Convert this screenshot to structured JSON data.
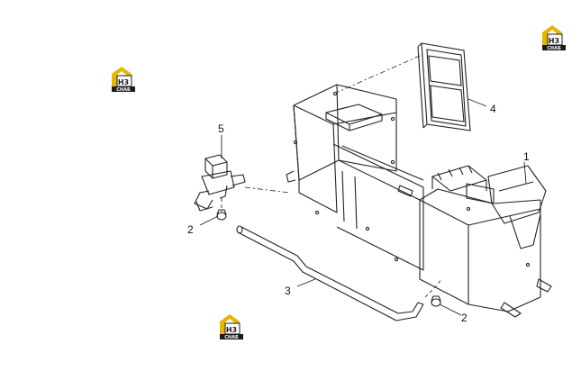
{
  "diagram": {
    "callouts": [
      {
        "id": "c1",
        "label": "1"
      },
      {
        "id": "c2a",
        "label": "2"
      },
      {
        "id": "c2b",
        "label": "2"
      },
      {
        "id": "c3",
        "label": "3"
      },
      {
        "id": "c4",
        "label": "4"
      },
      {
        "id": "c5",
        "label": "5"
      }
    ]
  },
  "watermark": {
    "mark": "H3",
    "brand": "CHAБ"
  },
  "colors": {
    "line": "#222222",
    "logo_yellow": "#e8b400",
    "logo_dark": "#1b1b1b",
    "background": "#ffffff"
  }
}
